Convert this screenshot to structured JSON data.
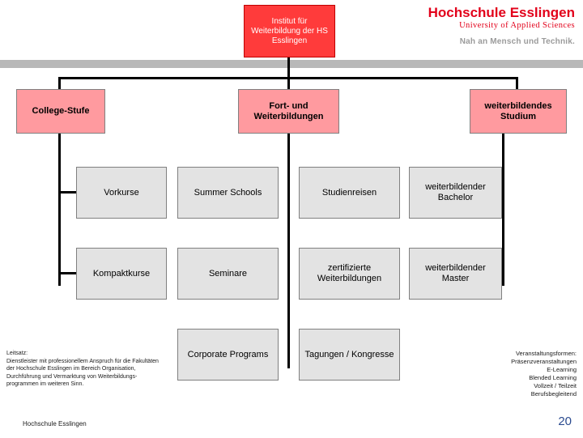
{
  "header": {
    "logo_title": "Hochschule Esslingen",
    "logo_sub": "University of Applied Sciences",
    "logo_claim": "Nah an Mensch und Technik."
  },
  "diagram": {
    "root": "Institut für Weiterbildung der HS Esslingen",
    "columns": [
      {
        "title": "College-Stufe"
      },
      {
        "title": "Fort- und Weiterbildungen"
      },
      {
        "title": "weiterbildendes Studium"
      }
    ],
    "items": [
      "Vorkurse",
      "Summer Schools",
      "Studienreisen",
      "weiterbildender Bachelor",
      "Kompaktkurse",
      "Seminare",
      "zertifizierte Weiterbildungen",
      "weiterbildender Master",
      "Corporate Programs",
      "Tagungen / Kongresse"
    ]
  },
  "leitsatz": {
    "title": "Leitsatz:",
    "body": "Dienstleister mit professionellem Anspruch für die Fakultäten der Hochschule Esslingen im Bereich Organisation, Durchführung und Vermarktung von Weiterbildungs-programmen im weiteren Sinn."
  },
  "veranstaltungsformen": {
    "title": "Veranstaltungsformen:",
    "lines": [
      "Präsenzveranstaltungen",
      "E-Learning",
      "Blended Learning",
      "Vollzeit / Teilzeit",
      "Berufsbegleitend"
    ]
  },
  "footer": {
    "name": "Hochschule Esslingen",
    "page": "20"
  },
  "colors": {
    "accent_red": "#e2001a",
    "root_box": "#ff3b3b",
    "column_box": "#ff9a9f",
    "item_box": "#e3e3e3",
    "band": "#b8b8b8",
    "page_number": "#2b4b8f"
  }
}
